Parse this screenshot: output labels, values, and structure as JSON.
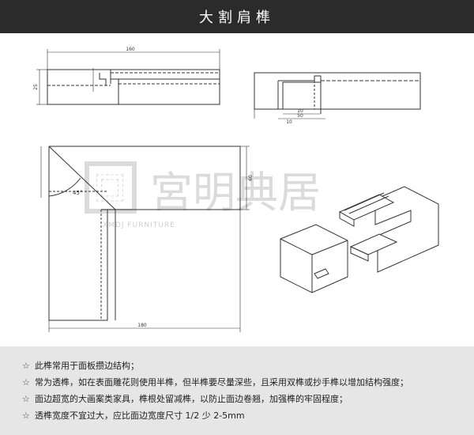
{
  "title": "大割肩榫",
  "watermark": {
    "chinese": "宮明典居",
    "english": "XMDJ FURNITURE"
  },
  "dimensions": {
    "top_left_width": "160",
    "top_left_height": "25",
    "top_right_a": "10",
    "top_right_b": "50",
    "top_right_c": "10",
    "main_height": "60",
    "main_width": "180",
    "angle": "45°"
  },
  "notes": [
    "此榫常用于面板攒边结构；",
    "常为透榫，如在表面雕花则使用半榫，但半榫要尽量深些，且采用双榫或抄手榫以增加结构强度；",
    "面边超宽的大画案类家具，榫根处留减榫，以防止面边卷翘，加强榫的牢固程度；",
    "透榫宽度不宜过大，应比面边宽度尺寸 1/2 少 2-5mm"
  ],
  "bullet": "☆",
  "colors": {
    "header_bg": "#2b2b2b",
    "notes_bg": "#e6e6e6",
    "line": "#333333"
  }
}
